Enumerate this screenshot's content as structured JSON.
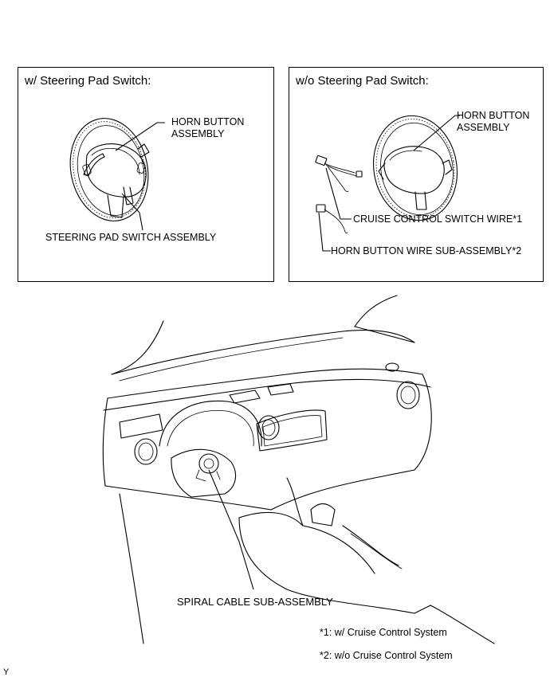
{
  "panels": {
    "with_switch": {
      "title": "w/ Steering Pad Switch:",
      "horn_label_1": "HORN BUTTON",
      "horn_label_2": "ASSEMBLY",
      "pad_label": "STEERING PAD SWITCH ASSEMBLY"
    },
    "without_switch": {
      "title": "w/o Steering Pad Switch:",
      "horn_label_1": "HORN BUTTON",
      "horn_label_2": "ASSEMBLY",
      "cruise_label": "CRUISE CONTROL SWITCH WIRE*1",
      "horn_wire_label": "HORN BUTTON WIRE SUB-ASSEMBLY*2"
    }
  },
  "main": {
    "spiral_label": "SPIRAL CABLE SUB-ASSEMBLY"
  },
  "notes": {
    "note1": "*1: w/ Cruise Control System",
    "note2": "*2: w/o Cruise Control System"
  },
  "corner_mark": "Y"
}
